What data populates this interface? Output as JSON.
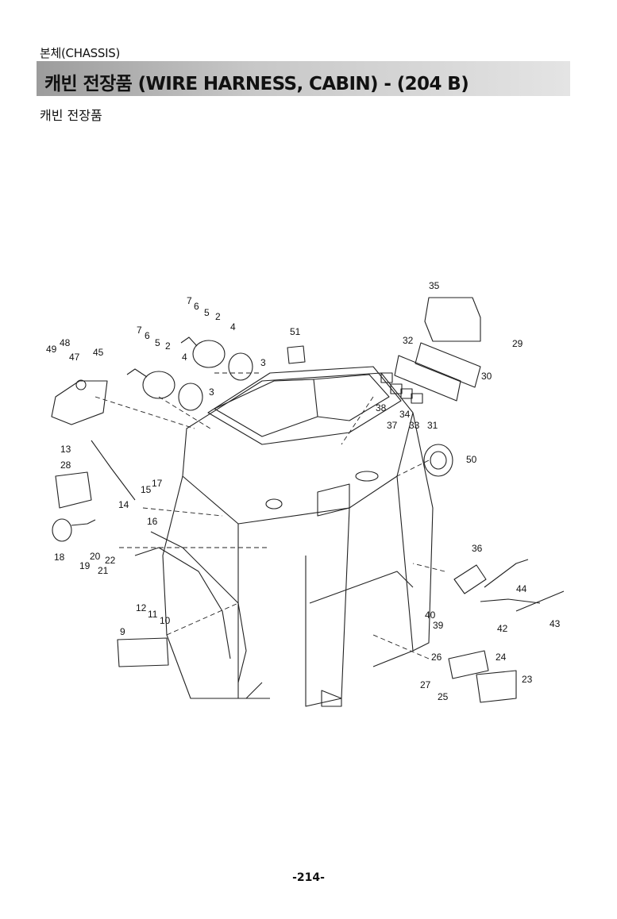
{
  "header": {
    "section": "본체(CHASSIS)",
    "title": "캐빈 전장품 (WIRE HARNESS, CABIN) - (204 B)",
    "subtitle": "캐빈 전장품"
  },
  "callouts": [
    "2",
    "2",
    "3",
    "3",
    "4",
    "4",
    "5",
    "5",
    "6",
    "6",
    "7",
    "7",
    "9",
    "10",
    "11",
    "12",
    "13",
    "14",
    "15",
    "16",
    "17",
    "18",
    "19",
    "20",
    "21",
    "22",
    "23",
    "24",
    "25",
    "26",
    "27",
    "28",
    "29",
    "30",
    "31",
    "32",
    "33",
    "34",
    "35",
    "36",
    "37",
    "38",
    "39",
    "40",
    "42",
    "43",
    "44",
    "45",
    "47",
    "48",
    "49",
    "50",
    "51"
  ],
  "footer": {
    "page_number": "-214-"
  }
}
